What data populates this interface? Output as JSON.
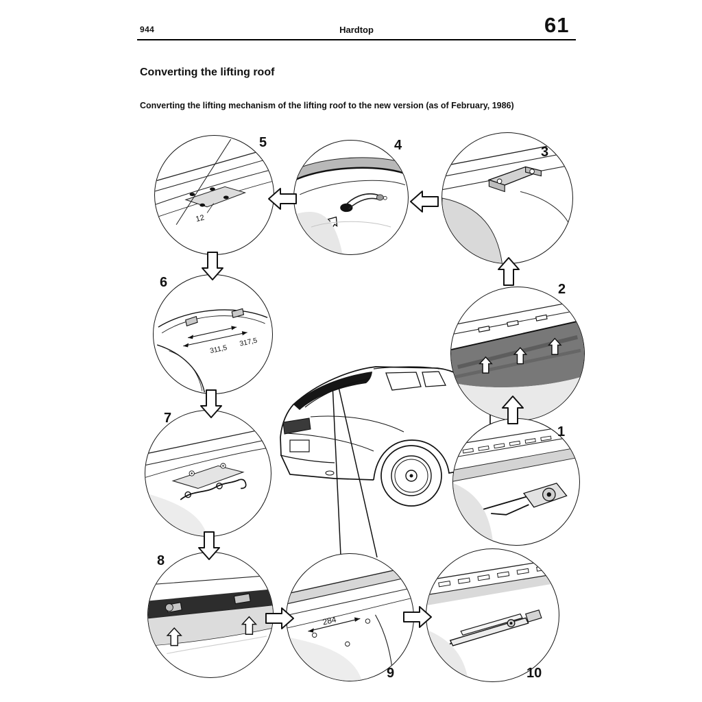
{
  "header": {
    "model": "944",
    "title": "Hardtop",
    "chapter": "61"
  },
  "content": {
    "heading": "Converting the lifting roof",
    "subheading": "Converting the lifting mechanism of the lifting roof to the new version (as of February, 1986)"
  },
  "diagram": {
    "description": "Sequence of ten circular detail views around a Porsche 944 rear-quarter illustration",
    "circles": [
      {
        "number": "1"
      },
      {
        "number": "2"
      },
      {
        "number": "3"
      },
      {
        "number": "4"
      },
      {
        "number": "5",
        "callout": "12"
      },
      {
        "number": "6",
        "dim_front": "311,5",
        "dim_rear": "317,5"
      },
      {
        "number": "7"
      },
      {
        "number": "8"
      },
      {
        "number": "9",
        "dim": "284"
      },
      {
        "number": "10"
      }
    ],
    "arrows": [
      {
        "from": "1",
        "to": "2",
        "direction": "up"
      },
      {
        "from": "2",
        "to": "3",
        "direction": "up"
      },
      {
        "from": "3",
        "to": "4",
        "direction": "left"
      },
      {
        "from": "4",
        "to": "5",
        "direction": "left"
      },
      {
        "from": "5",
        "to": "6",
        "direction": "down"
      },
      {
        "from": "6",
        "to": "7",
        "direction": "down"
      },
      {
        "from": "7",
        "to": "8",
        "direction": "down"
      },
      {
        "from": "8",
        "to": "9",
        "direction": "right"
      },
      {
        "from": "9",
        "to": "10",
        "direction": "right"
      }
    ],
    "palette": {
      "ink": "#111111",
      "shade_light": "#e9e9e9",
      "shade_mid": "#cfcfcf",
      "shade_dark": "#787878"
    }
  }
}
